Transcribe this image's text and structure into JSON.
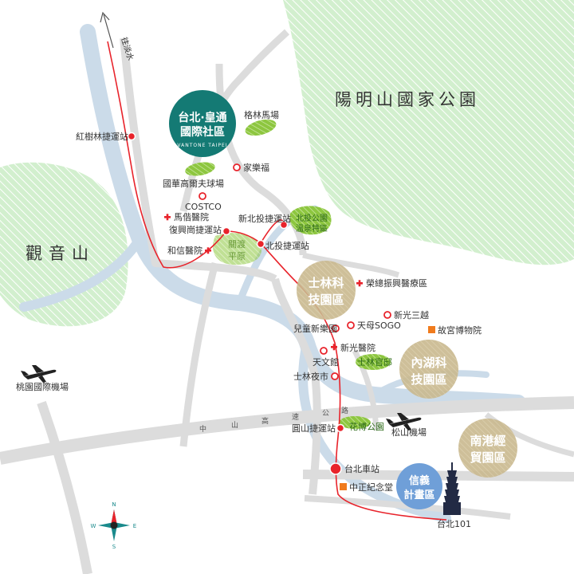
{
  "regions": {
    "yangmingshan": "陽明山國家公園",
    "guanyinshan": "觀音山"
  },
  "brand": {
    "line1": "台北·皇通",
    "line2": "國際社區",
    "latin": "VANTONE TAIPEI"
  },
  "directions": {
    "to_tamsui": "往淡水"
  },
  "roads": {
    "expressway_chars": [
      "中",
      "山",
      "高",
      "速",
      "公",
      "路"
    ]
  },
  "stations": {
    "hongshulin": "紅樹林捷運站",
    "fuxinggang": "復興崗捷運站",
    "xinbeitou": "新北投捷運站",
    "beitou": "北投捷運站",
    "yuanshan": "圓山捷運站",
    "taipei_main": "台北車站"
  },
  "landmarks": {
    "gelin_horse": "格林馬場",
    "carrefour": "家樂福",
    "guohua_golf": "國華高爾夫球場",
    "costco": "COSTCO",
    "mackay": "馬偕醫院",
    "heshin": "和信醫院",
    "beitou_park": "北投公園\n溫泉特區",
    "guandu_plain": "關渡\n平原",
    "veterans_hospital": "榮總振興醫療區",
    "shin_kong_mitsukoshi": "新光三越",
    "tianmu_sogo": "天母SOGO",
    "palace_museum": "故宮博物院",
    "children_amusement": "兒童新樂園",
    "shin_kong_hospital": "新光醫院",
    "astronomy_museum": "天文館",
    "shilin_residence": "士林官邸",
    "shilin_market": "士林夜市",
    "flora_park": "花博公園",
    "songshan_airport": "松山機場",
    "taoyuan_airport": "桃園國際機場",
    "cks_memorial": "中正紀念堂",
    "taipei101": "台北101"
  },
  "zones": {
    "shilin_tech": "士林科\n技園區",
    "neihu_tech": "內湖科\n技園區",
    "nangang": "南港經\n貿園區",
    "xinyi": "信義\n計畫區"
  },
  "compass": {
    "n": "N",
    "s": "S",
    "e": "E",
    "w": "W"
  },
  "colors": {
    "forest": "#cfeecb",
    "park_green": "#8dc63f",
    "river": "#c9d9e8",
    "road": "#dcdcdc",
    "metro": "#e8232b",
    "zone_tan": "#c9b88e",
    "zone_blue": "#6f9fd8",
    "brand_teal": "#147a74",
    "museum_orange": "#f07b1d"
  },
  "icons": {
    "hospital": "red-cross-icon",
    "poi": "red-ring-icon",
    "museum": "orange-square-icon",
    "airport": "airplane-icon",
    "taipei101": "tower-icon"
  }
}
